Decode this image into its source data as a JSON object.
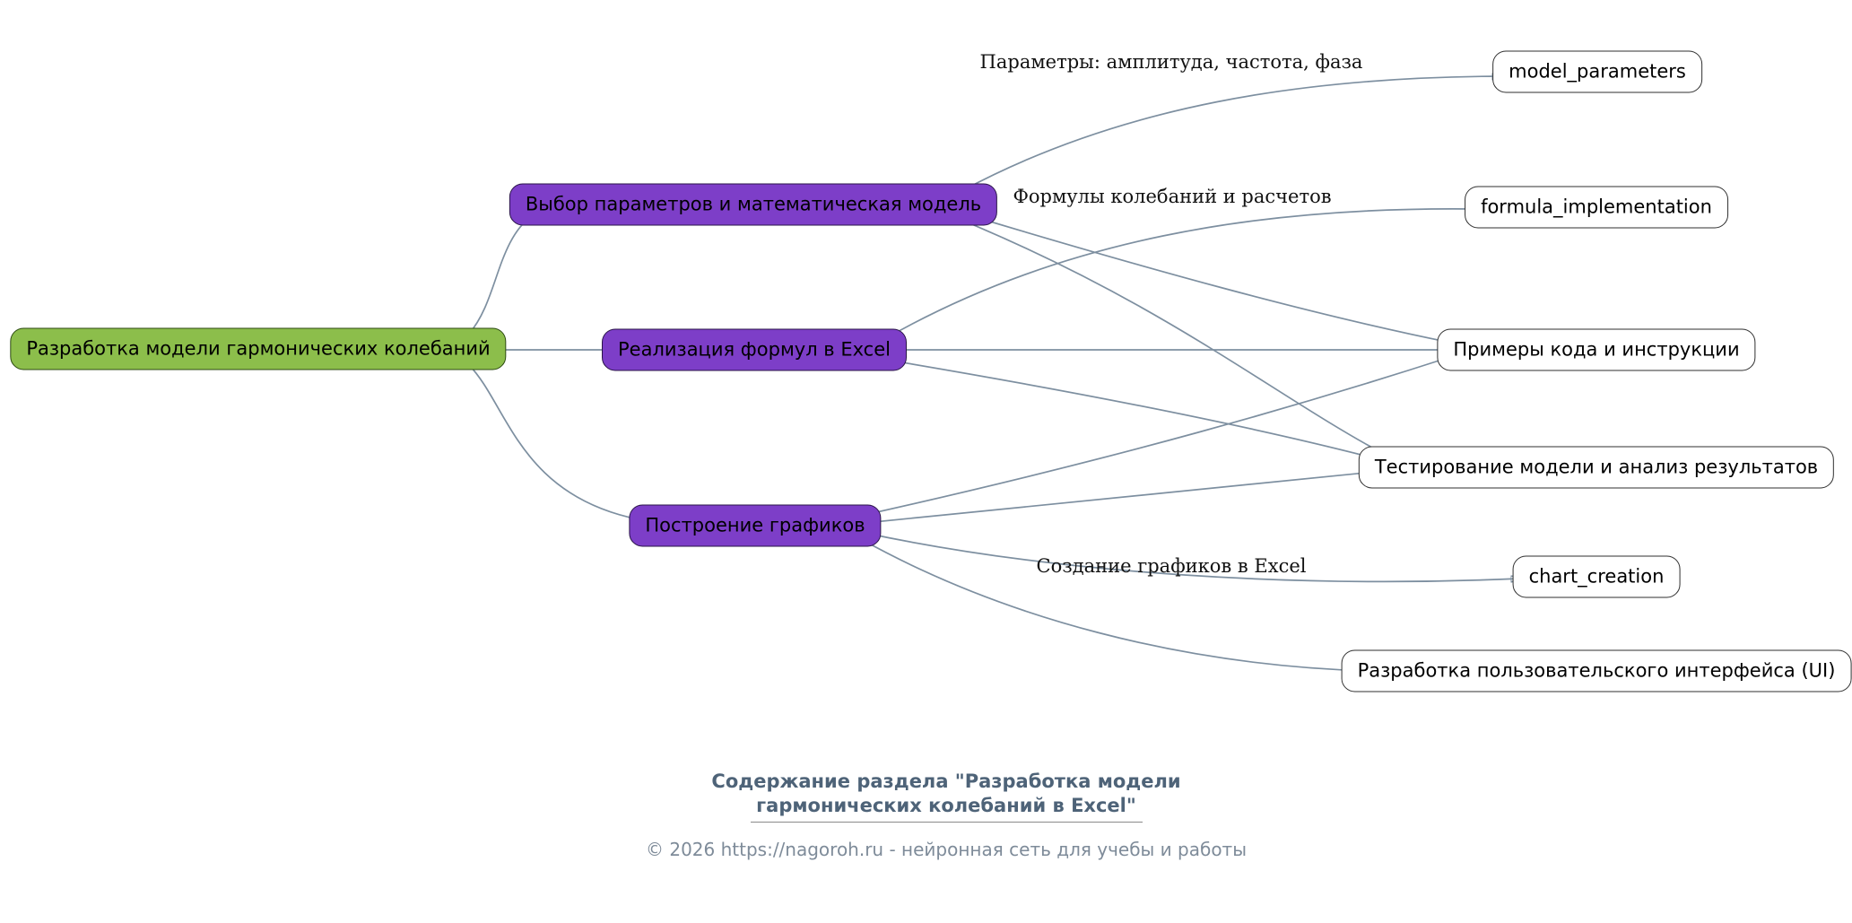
{
  "diagram": {
    "nodes": [
      {
        "id": "root",
        "label": "Разработка модели гармонических колебаний"
      },
      {
        "id": "parameters_topic",
        "label": "Выбор параметров и математическая модель"
      },
      {
        "id": "formulas_topic",
        "label": "Реализация формул в Excel"
      },
      {
        "id": "charts_topic",
        "label": "Построение графиков"
      },
      {
        "id": "model_parameters",
        "label": "model_parameters"
      },
      {
        "id": "formula_implementation",
        "label": "formula_implementation"
      },
      {
        "id": "code_examples",
        "label": "Примеры кода и инструкции"
      },
      {
        "id": "testing",
        "label": "Тестирование модели и анализ результатов"
      },
      {
        "id": "chart_creation",
        "label": "chart_creation"
      },
      {
        "id": "ui_development",
        "label": "Разработка пользовательского интерфейса (UI)"
      }
    ],
    "edge_labels": [
      {
        "text": "Параметры: амплитуда, частота, фаза"
      },
      {
        "text": "Формулы колебаний и расчетов"
      },
      {
        "text": "Создание графиков в Excel"
      }
    ],
    "colors": {
      "root_fill": "#8cbe4b",
      "topic_fill": "#7d3ec8",
      "leaf_fill": "#ffffff",
      "edge_stroke": "#7d8fa0",
      "caption_text": "#4e6378",
      "footer_text": "#7e8b99"
    }
  },
  "caption": {
    "line1": "Содержание раздела \"Разработка модели",
    "line2": "гармонических колебаний в Excel\"",
    "footer": "© 2026 https://nagoroh.ru - нейронная сеть для учебы и работы"
  }
}
